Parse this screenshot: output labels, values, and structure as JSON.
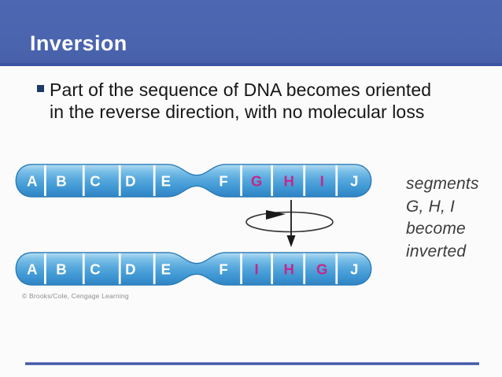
{
  "header": {
    "title": "Inversion"
  },
  "bullet": {
    "marker_shape": "square",
    "lines": [
      "Part of the sequence of DNA becomes oriented",
      "in the reverse direction, with no molecular loss"
    ]
  },
  "figure": {
    "top_chromosome": [
      "A",
      "B",
      "C",
      "D",
      "E",
      "F",
      "G",
      "H",
      "I",
      "J"
    ],
    "bottom_chromosome": [
      "A",
      "B",
      "C",
      "D",
      "E",
      "F",
      "I",
      "H",
      "G",
      "J"
    ],
    "inverted_segments": [
      "G",
      "H",
      "I"
    ],
    "caption_lines": [
      "segments",
      "G, H, I",
      "become",
      "inverted"
    ],
    "credit": "© Brooks/Cole, Cengage Learning"
  },
  "colors": {
    "header_blue": "#4a64ae",
    "chromosome_blue": "#55a9dd",
    "inverted_magenta": "#c4278c",
    "bullet_navy": "#1e3a66",
    "rule_blue": "#3f57a5"
  }
}
